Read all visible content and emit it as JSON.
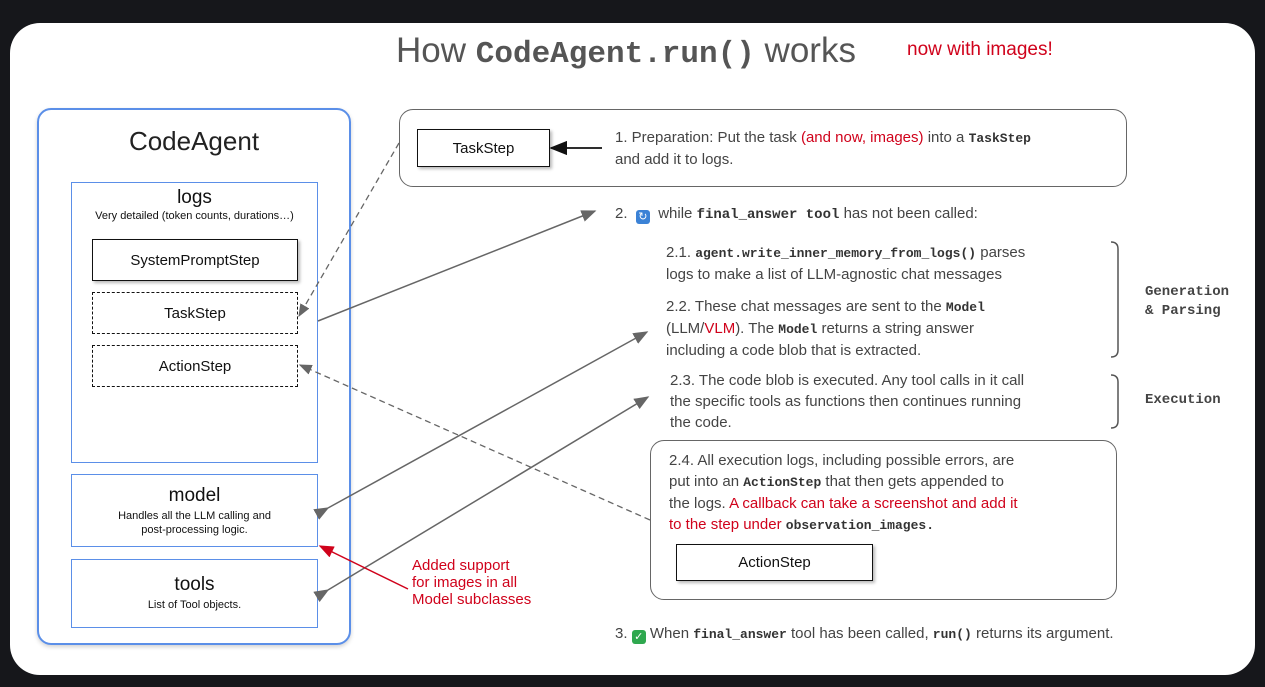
{
  "title": {
    "prefix": "How",
    "code": "CodeAgent.run()",
    "suffix": "works",
    "note": "now with images!"
  },
  "agent": {
    "title": "CodeAgent",
    "logs": {
      "title": "logs",
      "subtitle": "Very detailed (token counts, durations…)",
      "steps": [
        "SystemPromptStep",
        "TaskStep",
        "ActionStep"
      ]
    },
    "model": {
      "title": "model",
      "subtitle_line1": "Handles all the LLM calling and",
      "subtitle_line2": "post-processing logic."
    },
    "tools": {
      "title": "tools",
      "subtitle": "List of Tool objects."
    }
  },
  "added_support": {
    "line1": "Added support",
    "line2": "for images in all",
    "line3": "Model subclasses"
  },
  "step1": {
    "box_label": "TaskStep",
    "text_a": "1.  Preparation: Put the task",
    "text_red": "(and now, images)",
    "text_b": "into a",
    "text_code": "TaskStep",
    "text_c": "and add it to logs."
  },
  "step2": {
    "prefix": "2.",
    "while": "while",
    "code": "final_answer tool",
    "suffix": "has not been called:"
  },
  "step2_1": {
    "prefix": "2.1.",
    "code": "agent.write_inner_memory_from_logs()",
    "text_a": "parses",
    "text_b": "logs to make a list of LLM-agnostic chat messages"
  },
  "step2_2": {
    "text_a": "2.2. These chat messages are sent to the",
    "code_model": "Model",
    "paren_open": "(LLM/",
    "vlm": "VLM",
    "paren_close": "). The",
    "text_b": "returns a string answer",
    "text_c": "including a code blob that is extracted."
  },
  "step2_3": {
    "line1": "2.3. The code blob is executed. Any tool calls in it call",
    "line2": "the specific tools as functions then continues running",
    "line3": "the code."
  },
  "step2_4": {
    "text_a": "2.4. All execution logs, including possible errors, are",
    "text_b": "put into an",
    "code": "ActionStep",
    "text_c": "that then gets appended to",
    "text_d": "the logs.",
    "red_a": "A callback can  take a screenshot and add it",
    "red_b": "to the step under",
    "red_code": "observation_images.",
    "box_label": "ActionStep"
  },
  "step3": {
    "prefix": "3.",
    "text_a": "When",
    "code_a": "final_answer",
    "text_b": "tool has been called,",
    "code_b": "run()",
    "text_c": "returns its argument."
  },
  "labels": {
    "generation_line1": "Generation",
    "generation_line2": "& Parsing",
    "execution": "Execution"
  },
  "colors": {
    "accent_red": "#d0021b",
    "container_blue": "#5b8fe8",
    "loop_icon": "#3b82d6",
    "check_icon": "#2fa84f"
  },
  "icons": {
    "loop": "loop-arrows-icon",
    "check": "check-mark-icon"
  }
}
